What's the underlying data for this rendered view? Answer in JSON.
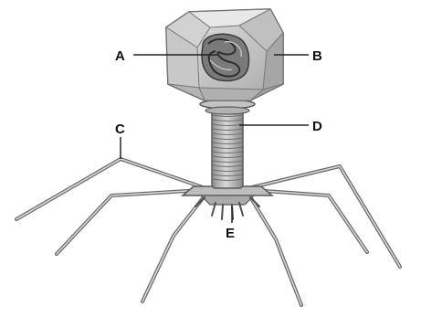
{
  "diagram": {
    "labels": {
      "A": "A",
      "B": "B",
      "C": "C",
      "D": "D",
      "E": "E"
    }
  },
  "colors": {
    "capsid_fill": "#c9c9c9",
    "capsid_shade": "#9c9c9c",
    "capsid_light": "#e4e4e4",
    "dna": "#4a4a4a",
    "tail_fill": "#bdbdbd",
    "outline": "#5a5a5a",
    "leader_line": "#222222"
  }
}
